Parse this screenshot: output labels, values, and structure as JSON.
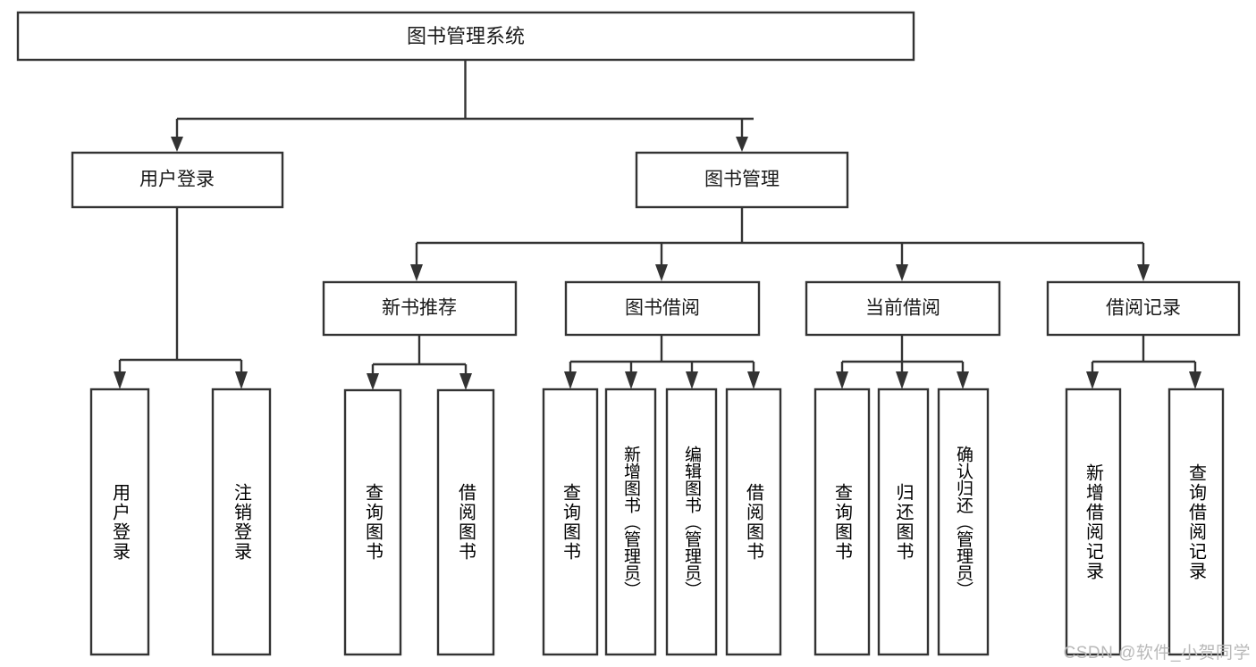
{
  "diagram": {
    "title": "图书管理系统",
    "type": "tree",
    "watermark": "CSDN @软件_小贺同学",
    "colors": {
      "box_stroke": "#333333",
      "box_fill": "#ffffff",
      "text": "#1a1a1a",
      "background": "#ffffff",
      "watermark": "#b9b9b9"
    },
    "root": {
      "id": "root",
      "label": "图书管理系统"
    },
    "level2": [
      {
        "id": "user-login",
        "label": "用户登录"
      },
      {
        "id": "book-manage",
        "label": "图书管理"
      }
    ],
    "level3": [
      {
        "id": "new-book-rec",
        "label": "新书推荐",
        "parent": "book-manage"
      },
      {
        "id": "book-borrow",
        "label": "图书借阅",
        "parent": "book-manage"
      },
      {
        "id": "current-borrow",
        "label": "当前借阅",
        "parent": "book-manage"
      },
      {
        "id": "borrow-record",
        "label": "借阅记录",
        "parent": "book-manage"
      }
    ],
    "leaves": [
      {
        "id": "leaf-user-login",
        "label": "用户登录",
        "parent": "user-login"
      },
      {
        "id": "leaf-logout-login",
        "label": "注销登录",
        "parent": "user-login"
      },
      {
        "id": "leaf-query-book-1",
        "label": "查询图书",
        "parent": "new-book-rec"
      },
      {
        "id": "leaf-borrow-book-1",
        "label": "借阅图书",
        "parent": "new-book-rec"
      },
      {
        "id": "leaf-query-book-2",
        "label": "查询图书",
        "parent": "book-borrow"
      },
      {
        "id": "leaf-add-book",
        "label": "新增图书（管理员）",
        "parent": "book-borrow"
      },
      {
        "id": "leaf-edit-book",
        "label": "编辑图书（管理员）",
        "parent": "book-borrow"
      },
      {
        "id": "leaf-borrow-book-2",
        "label": "借阅图书",
        "parent": "book-borrow"
      },
      {
        "id": "leaf-query-book-3",
        "label": "查询图书",
        "parent": "current-borrow"
      },
      {
        "id": "leaf-return-book",
        "label": "归还图书",
        "parent": "current-borrow"
      },
      {
        "id": "leaf-confirm-return",
        "label": "确认归还（管理员）",
        "parent": "current-borrow"
      },
      {
        "id": "leaf-add-record",
        "label": "新增借阅记录",
        "parent": "borrow-record"
      },
      {
        "id": "leaf-query-record",
        "label": "查询借阅记录",
        "parent": "borrow-record"
      }
    ]
  }
}
